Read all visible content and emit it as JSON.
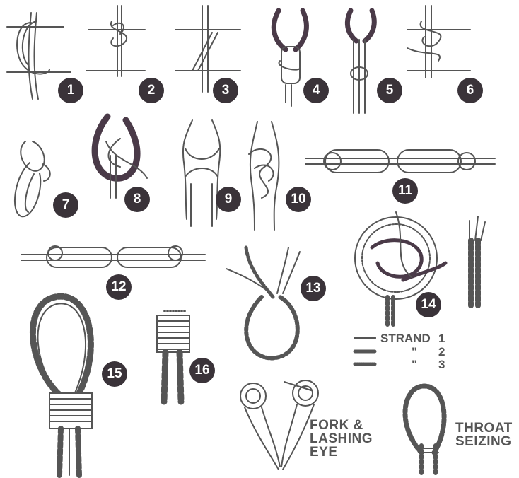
{
  "badges": [
    "1",
    "2",
    "3",
    "4",
    "5",
    "6",
    "7",
    "8",
    "9",
    "10",
    "11",
    "12",
    "13",
    "14",
    "15",
    "16"
  ],
  "legend": {
    "title": "STRAND",
    "rows": [
      {
        "name": "STRAND",
        "num": "1",
        "style": "solid-dark"
      },
      {
        "name": "\"",
        "num": "2",
        "style": "hatched"
      },
      {
        "name": "\"",
        "num": "3",
        "style": "dotted"
      }
    ]
  },
  "captions": {
    "fork": [
      "FORK &",
      "LASHING",
      "EYE"
    ],
    "throat": [
      "THROAT",
      "SEIZING"
    ]
  },
  "colors": {
    "ink": "#3a3339",
    "rope": "#6a6a6a",
    "dark_rope": "#4a3a48"
  }
}
